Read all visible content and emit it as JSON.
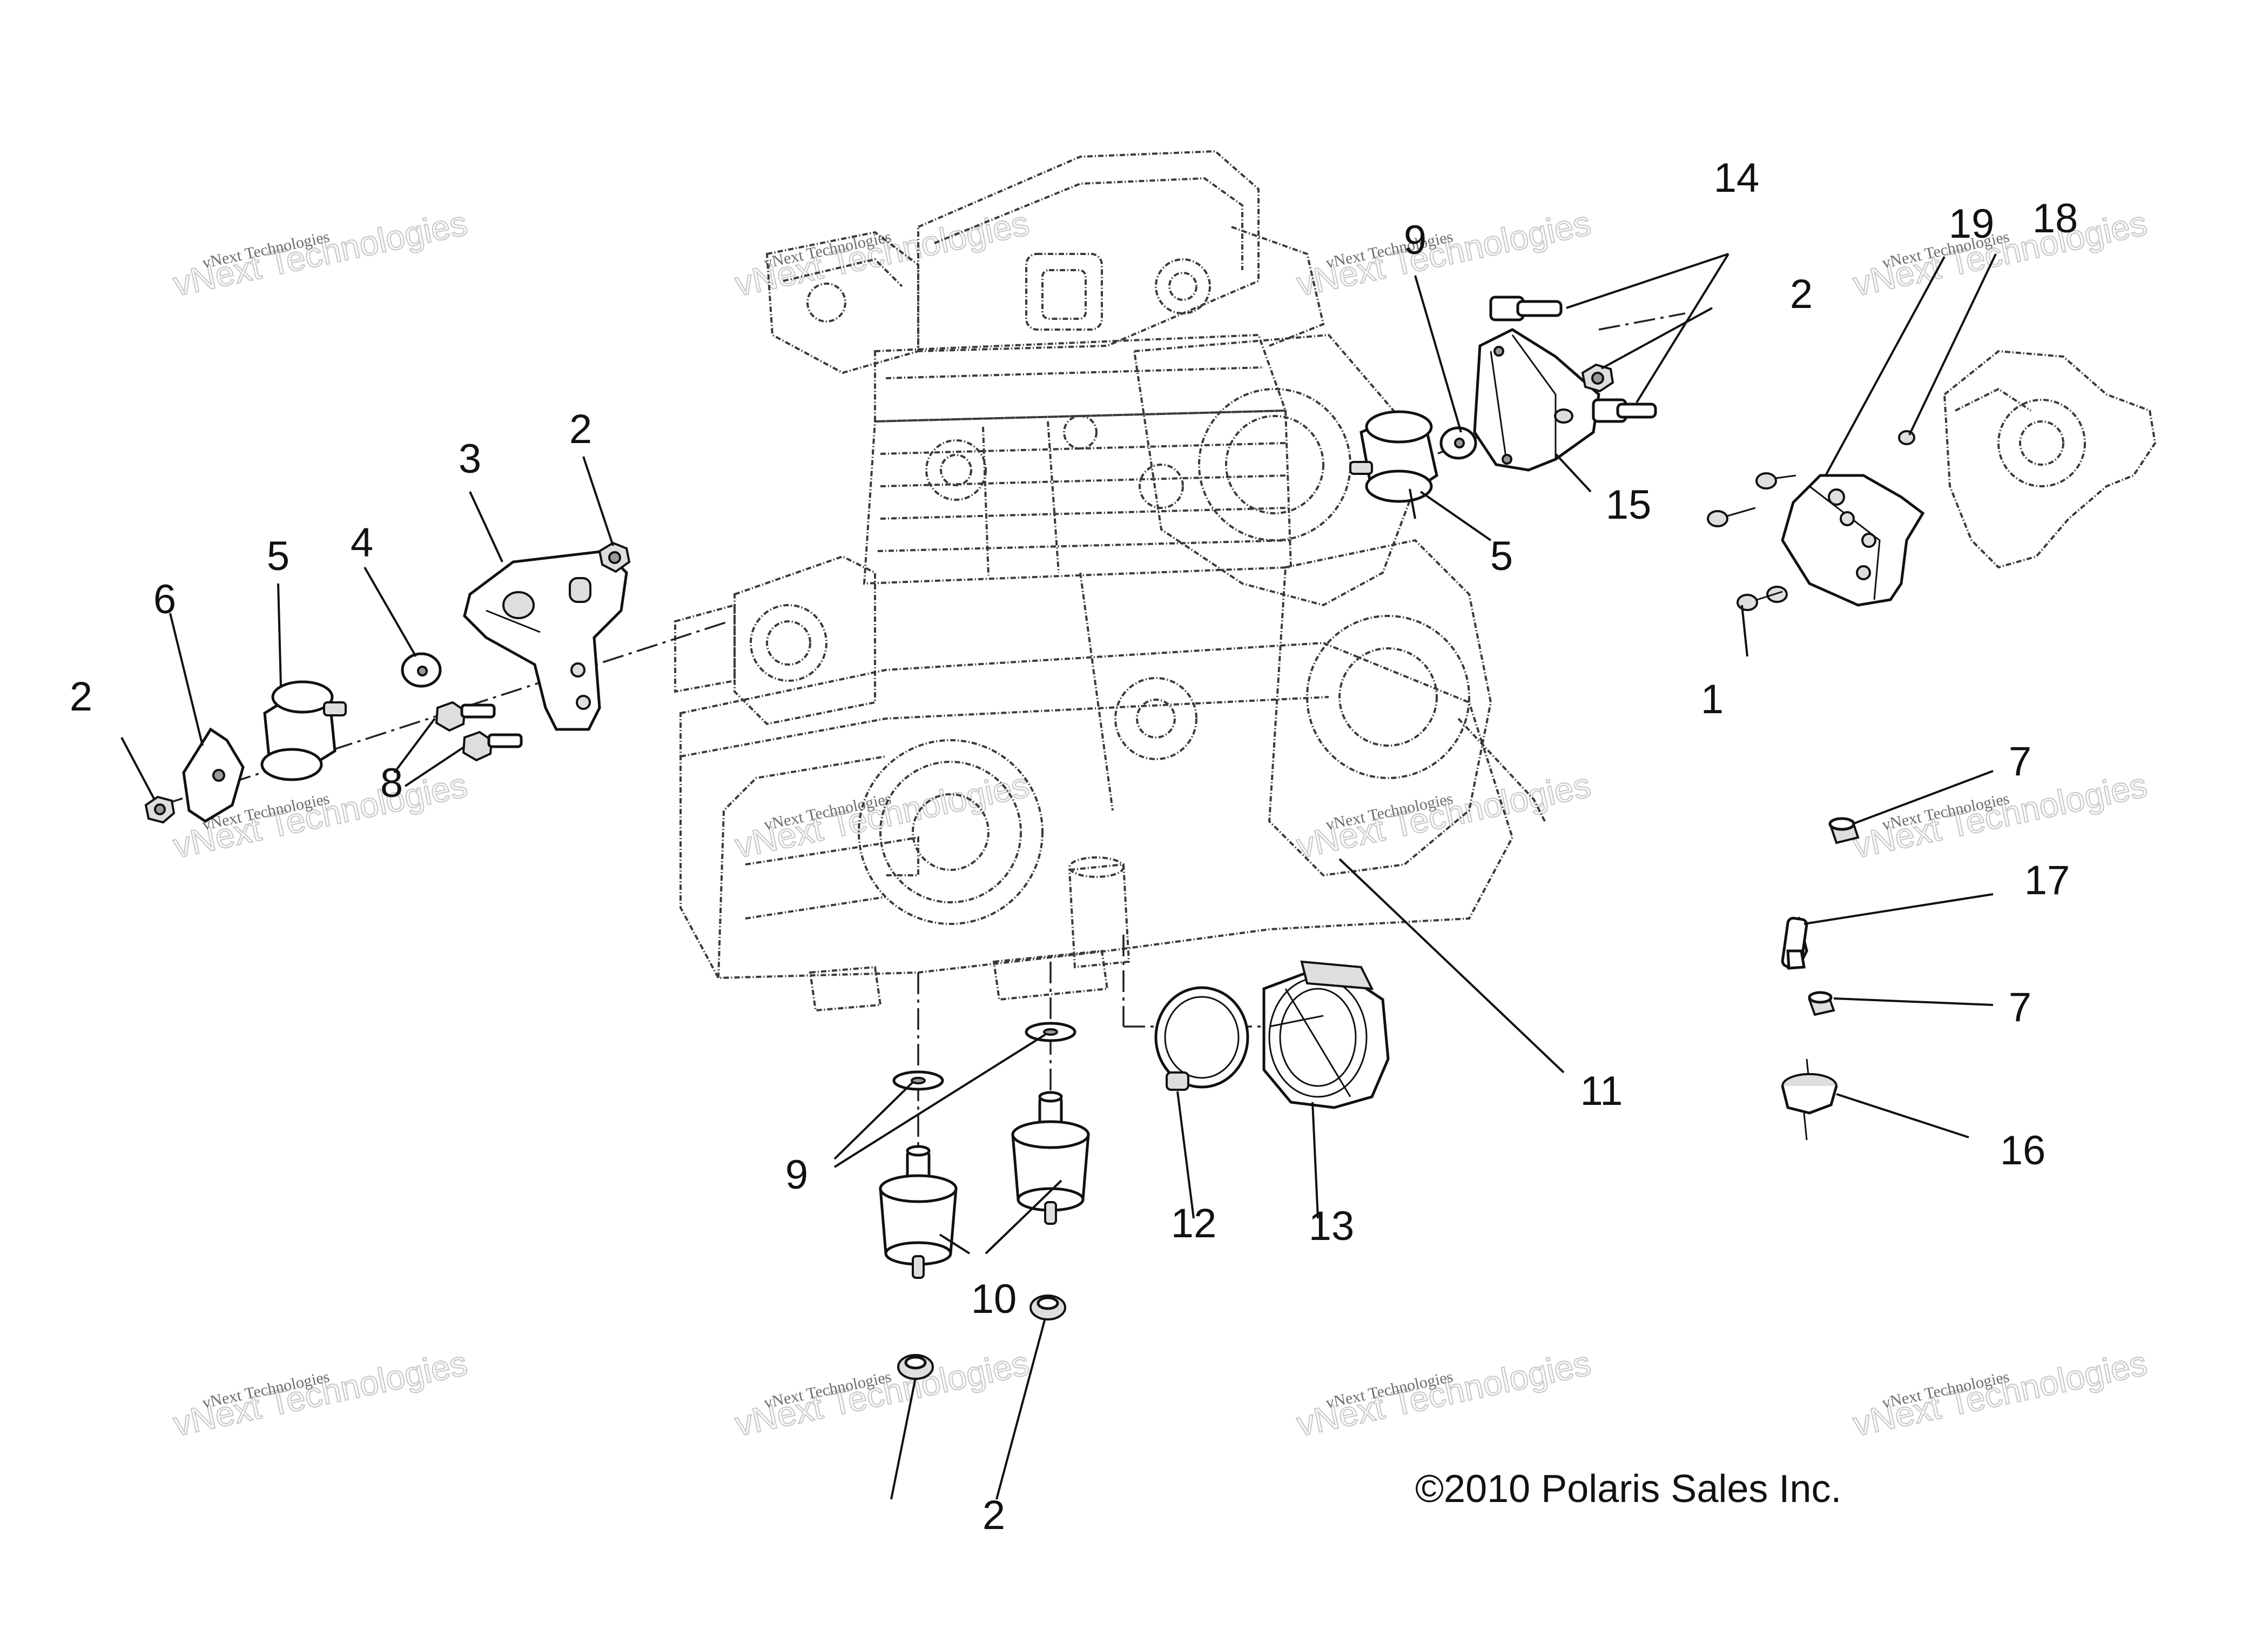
{
  "callouts": {
    "c1": "1",
    "c2a": "2",
    "c2b": "2",
    "c2c": "2",
    "c2d": "2",
    "c3": "3",
    "c4": "4",
    "c5a": "5",
    "c5b": "5",
    "c6": "6",
    "c7a": "7",
    "c7b": "7",
    "c8": "8",
    "c9a": "9",
    "c9b": "9",
    "c10": "10",
    "c11": "11",
    "c12": "12",
    "c13": "13",
    "c14": "14",
    "c15": "15",
    "c16": "16",
    "c17": "17",
    "c18": "18",
    "c19": "19"
  },
  "copyright": "©2010  Polaris Sales Inc.",
  "watermark": {
    "small": "vNext Technologies",
    "large": "vNext Technologies"
  }
}
